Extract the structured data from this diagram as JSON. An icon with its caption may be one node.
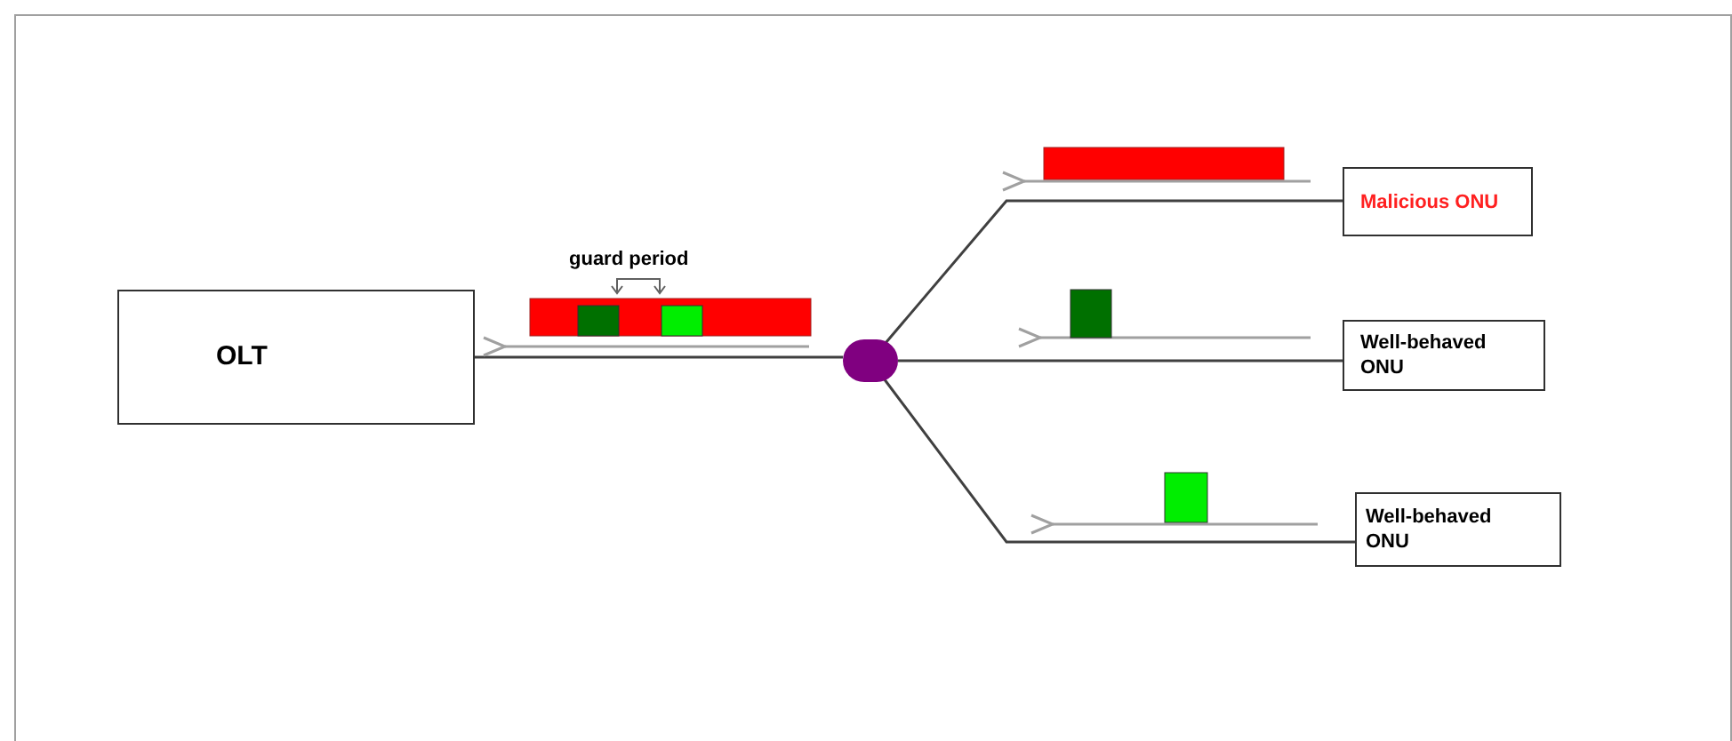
{
  "diagram": {
    "nodes": [
      {
        "text": [
          "OLT"
        ]
      },
      {
        "text": [],
        "shape": "circle"
      },
      {
        "text": [
          "Malicious ONU"
        ]
      },
      {
        "text": [
          "Well-behaved ONU"
        ]
      },
      {
        "text": [
          "Well-behaved ONU"
        ]
      }
    ],
    "edges": [
      {
        "from": 1,
        "to": 0,
        "arrow": "none"
      },
      {
        "from": 1,
        "to": 2,
        "arrow": "none"
      },
      {
        "from": 1,
        "to": 3,
        "arrow": "none"
      },
      {
        "from": 1,
        "to": 4,
        "arrow": "none"
      }
    ],
    "labels": [
      "guard period"
    ]
  }
}
